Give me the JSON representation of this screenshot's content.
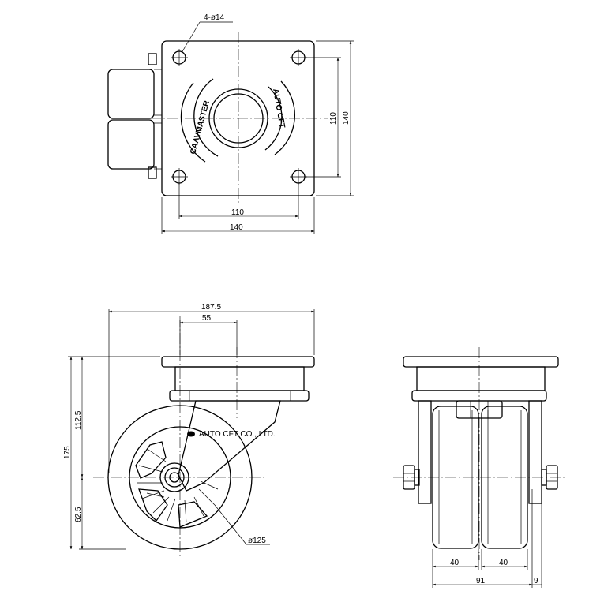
{
  "top_view": {
    "hole_label": "4-ø14",
    "dim_inner_h": "110",
    "dim_outer_h": "140",
    "dim_inner_v": "110",
    "dim_outer_v": "140",
    "logo_left": "CAAVMASTER",
    "logo_right": "AUTO CFT"
  },
  "side_view": {
    "dim_total_width": "187.5",
    "dim_offset": "55",
    "dim_height": "175",
    "dim_upper": "112.5",
    "dim_lower": "62.5",
    "dim_wheel": "ø125",
    "brand": "AUTO CFT CO., LTD."
  },
  "front_view": {
    "dim_wheel_left": "40",
    "dim_wheel_right": "40",
    "dim_total": "91",
    "dim_axle": "9"
  }
}
